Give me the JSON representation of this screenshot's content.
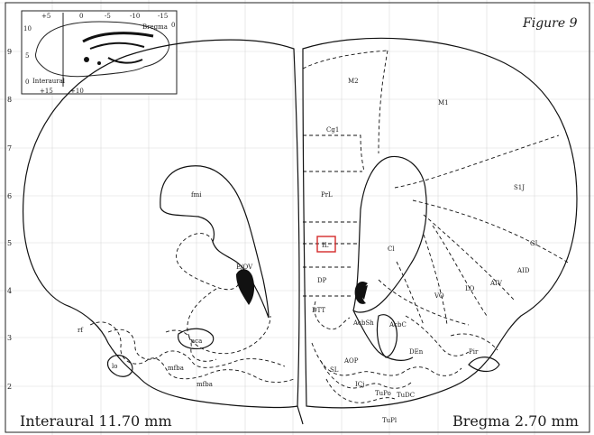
{
  "figure_label": "Figure 9",
  "footer": {
    "interaural": "Interaural 11.70 mm",
    "bregma": "Bregma 2.70  mm"
  },
  "y_axis_ticks": [
    "9",
    "8",
    "7",
    "6",
    "5",
    "4",
    "3",
    "2"
  ],
  "inset": {
    "top_ticks": [
      "+5",
      "0",
      "-5",
      "-10",
      "-15"
    ],
    "left_ticks": [
      "10",
      "5",
      "0"
    ],
    "bottom_ticks": [
      "+15",
      "+10"
    ],
    "right_tick": "0",
    "bregma_label": "Bregma",
    "interaural_label": "Interaural"
  },
  "regions": {
    "M2": "M2",
    "M1": "M1",
    "Cg1": "Cg1",
    "PrL": "PrL",
    "IL": "IL",
    "DP": "DP",
    "DTT": "DTT",
    "S1J": "S1J",
    "GI": "GI",
    "AID": "AID",
    "AIV": "AIV",
    "LO": "LO",
    "VO": "VO",
    "Cl": "Cl",
    "fmi": "fmi",
    "E_OV": "E/OV",
    "AcbSh": "AcbSh",
    "AcbC": "AcbC",
    "DEn": "DEn",
    "Pir": "Pir",
    "aca": "aca",
    "mfba_upper": "mfba",
    "mfba_lower": "mfba",
    "lo": "lo",
    "rf": "rf",
    "AOP": "AOP",
    "SL": "SL",
    "ICj": "ICj",
    "Tu_Po": "TuPo",
    "TuDC": "TuDC",
    "TuPl": "TuPl"
  },
  "highlight_color": "#d42a2a"
}
